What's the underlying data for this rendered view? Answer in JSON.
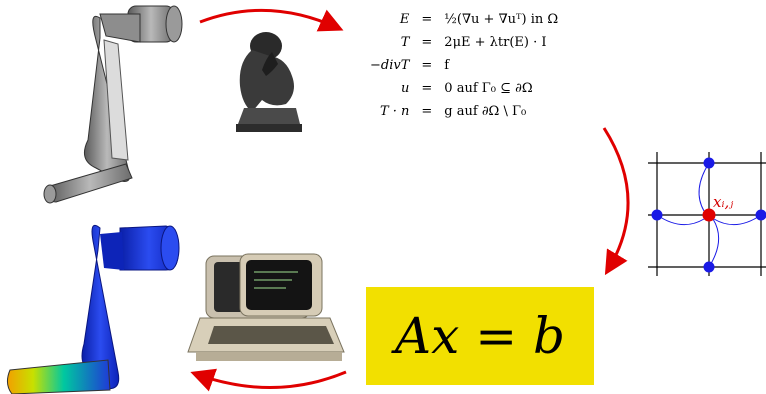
{
  "equations": [
    {
      "lhs": "E",
      "op": "=",
      "rhs": "½(∇u + ∇uᵀ) in Ω"
    },
    {
      "lhs": "T",
      "op": "=",
      "rhs": "2μE + λtr(E) · I"
    },
    {
      "lhs": "−divT",
      "op": "=",
      "rhs": "f"
    },
    {
      "lhs": "u",
      "op": "=",
      "rhs": "0 auf Γ₀ ⊆ ∂Ω"
    },
    {
      "lhs": "T · n",
      "op": "=",
      "rhs": "g auf ∂Ω \\ Γ₀"
    }
  ],
  "linear_system": "Ax = b",
  "grid_node_label": "xᵢ,ⱼ",
  "colors": {
    "arrow": "#e00000",
    "yellow_box": "#f2e000",
    "grid_node": "#1a1ae6",
    "center_node": "#e00000",
    "crank_gray": "#8a8a8a",
    "crank_blue": "#1f3ad6"
  },
  "icons": [
    "crank-model-icon",
    "thinker-statue-icon",
    "stencil-grid-icon",
    "computer-icon",
    "fem-result-icon"
  ]
}
